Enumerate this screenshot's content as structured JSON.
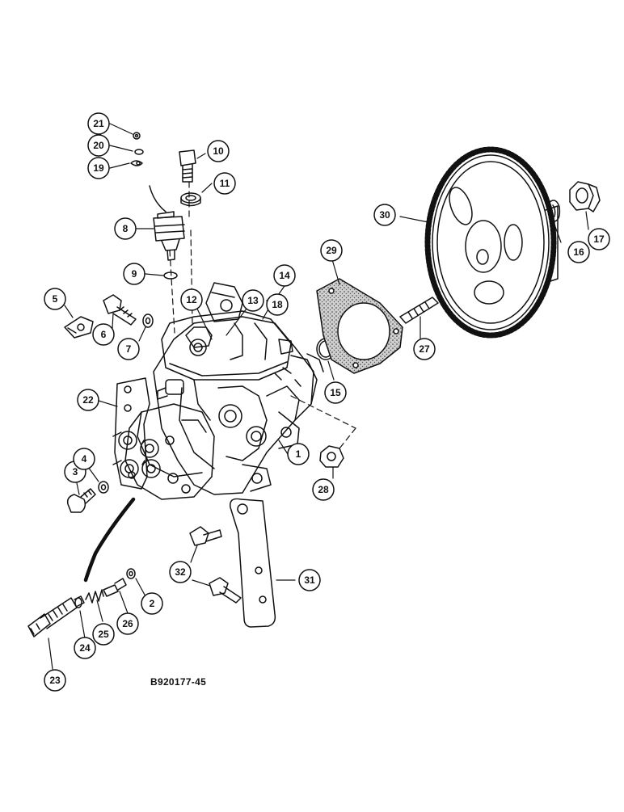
{
  "figure_code": "B920177-45",
  "callouts": [
    "1",
    "2",
    "3",
    "4",
    "5",
    "6",
    "7",
    "8",
    "9",
    "10",
    "11",
    "12",
    "13",
    "14",
    "15",
    "16",
    "17",
    "18",
    "19",
    "20",
    "21",
    "22",
    "23",
    "24",
    "25",
    "26",
    "27",
    "28",
    "29",
    "30",
    "31",
    "32"
  ],
  "colors": {
    "ink": "#111111",
    "paper": "#ffffff"
  }
}
